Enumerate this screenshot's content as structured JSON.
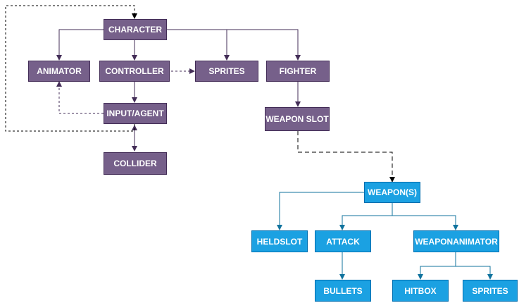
{
  "nodes": {
    "character": "CHARACTER",
    "animator": "ANIMATOR",
    "controller": "CONTROLLER",
    "sprites": "SPRITES",
    "fighter": "FIGHTER",
    "input_agent": "INPUT/AGENT",
    "weapon_slot": "WEAPON SLOT",
    "collider": "COLLIDER",
    "weapons": "WEAPON(S)",
    "heldslot": "HELDSLOT",
    "attack": "ATTACK",
    "weaponanimator": "WEAPONANIMATOR",
    "bullets": "BULLETS",
    "hitbox": "HITBOX",
    "weapon_sprites": "SPRITES"
  },
  "colors": {
    "character_fill": "#76608a",
    "character_stroke": "#432d57",
    "weapon_fill": "#1ba1e2",
    "weapon_stroke": "#006eaf",
    "character_edge": "#432d57",
    "weapon_edge": "#10739e",
    "dashed_edge": "#000000"
  }
}
